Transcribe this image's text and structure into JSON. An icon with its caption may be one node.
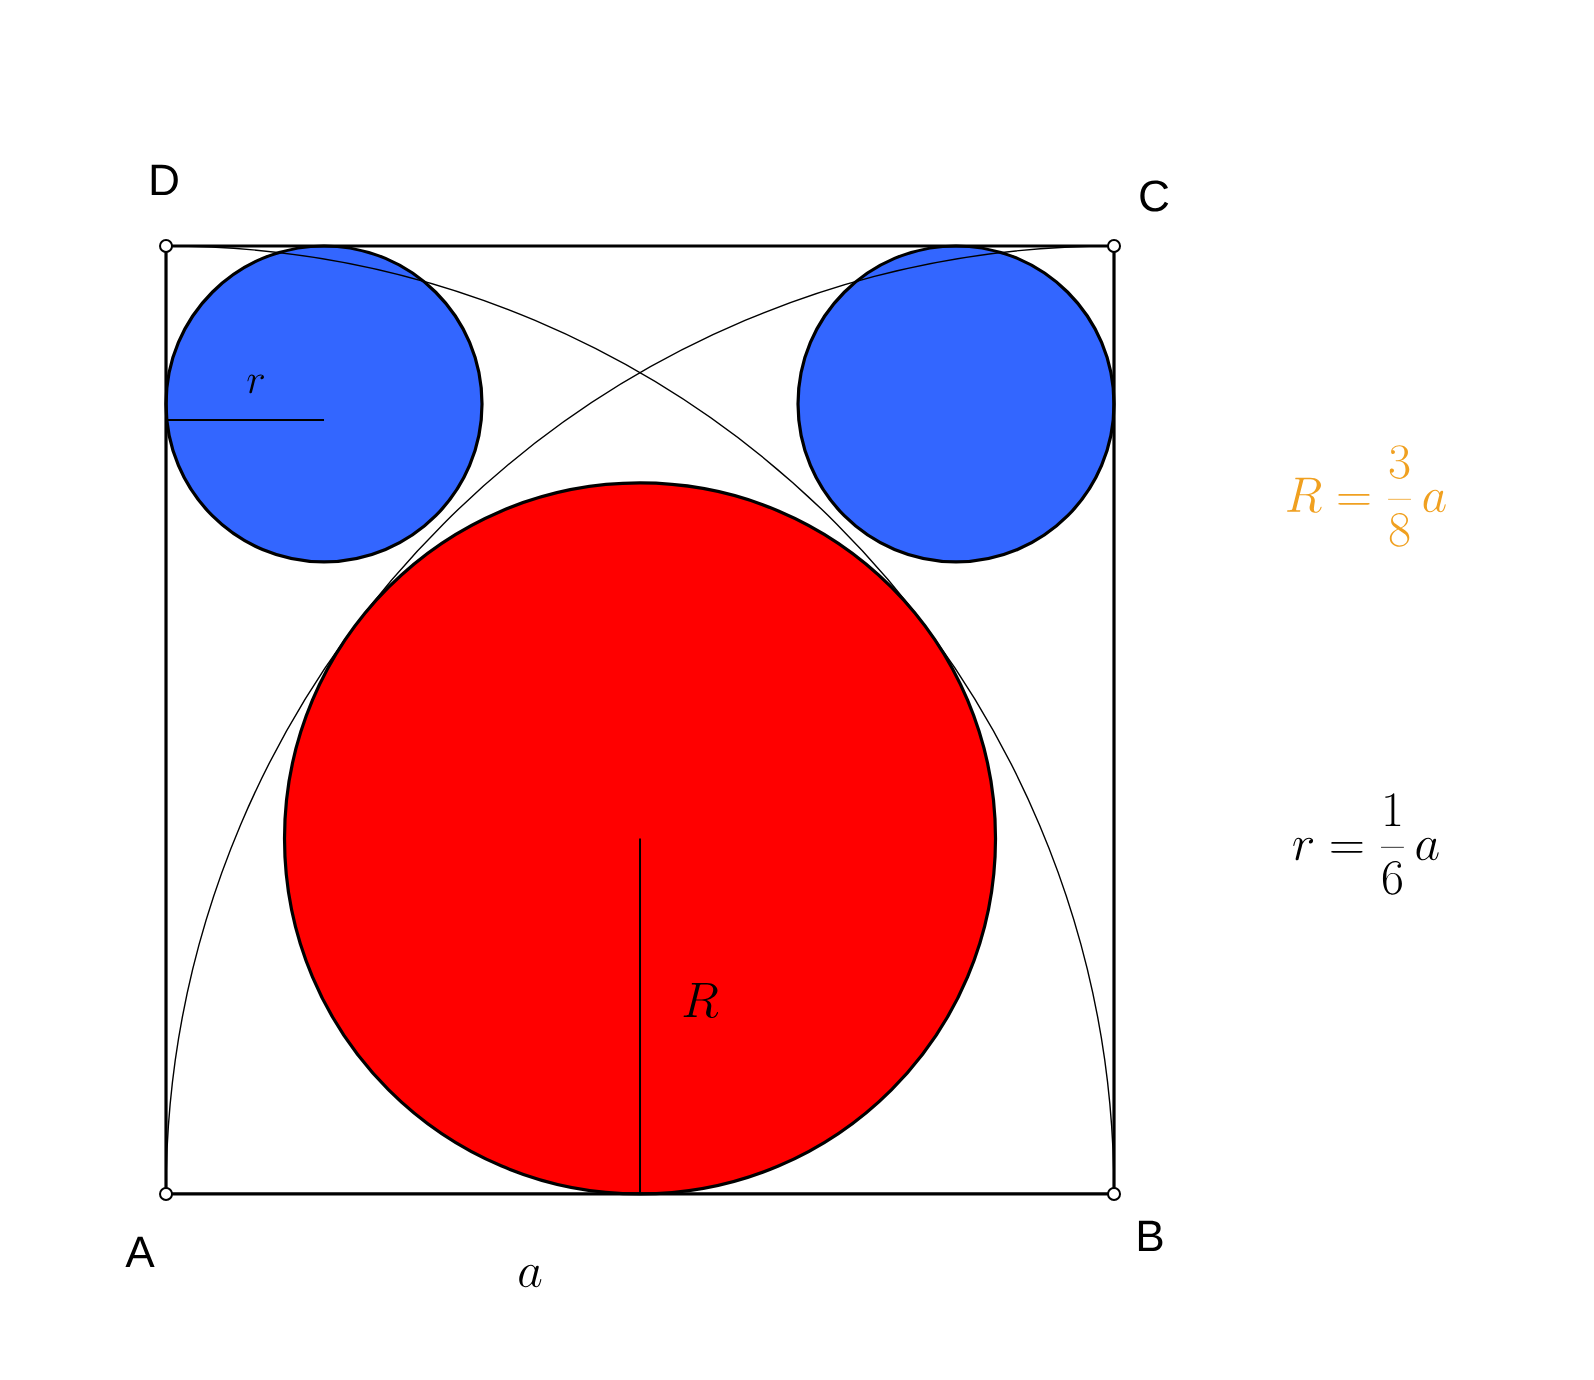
{
  "diagram": {
    "labels": [
      "D",
      "C",
      "r",
      "R = \\frac{3}{8}\\, a",
      "r = \\frac{1}{6}\\, a",
      "R",
      "A",
      "B",
      "a"
    ]
  }
}
